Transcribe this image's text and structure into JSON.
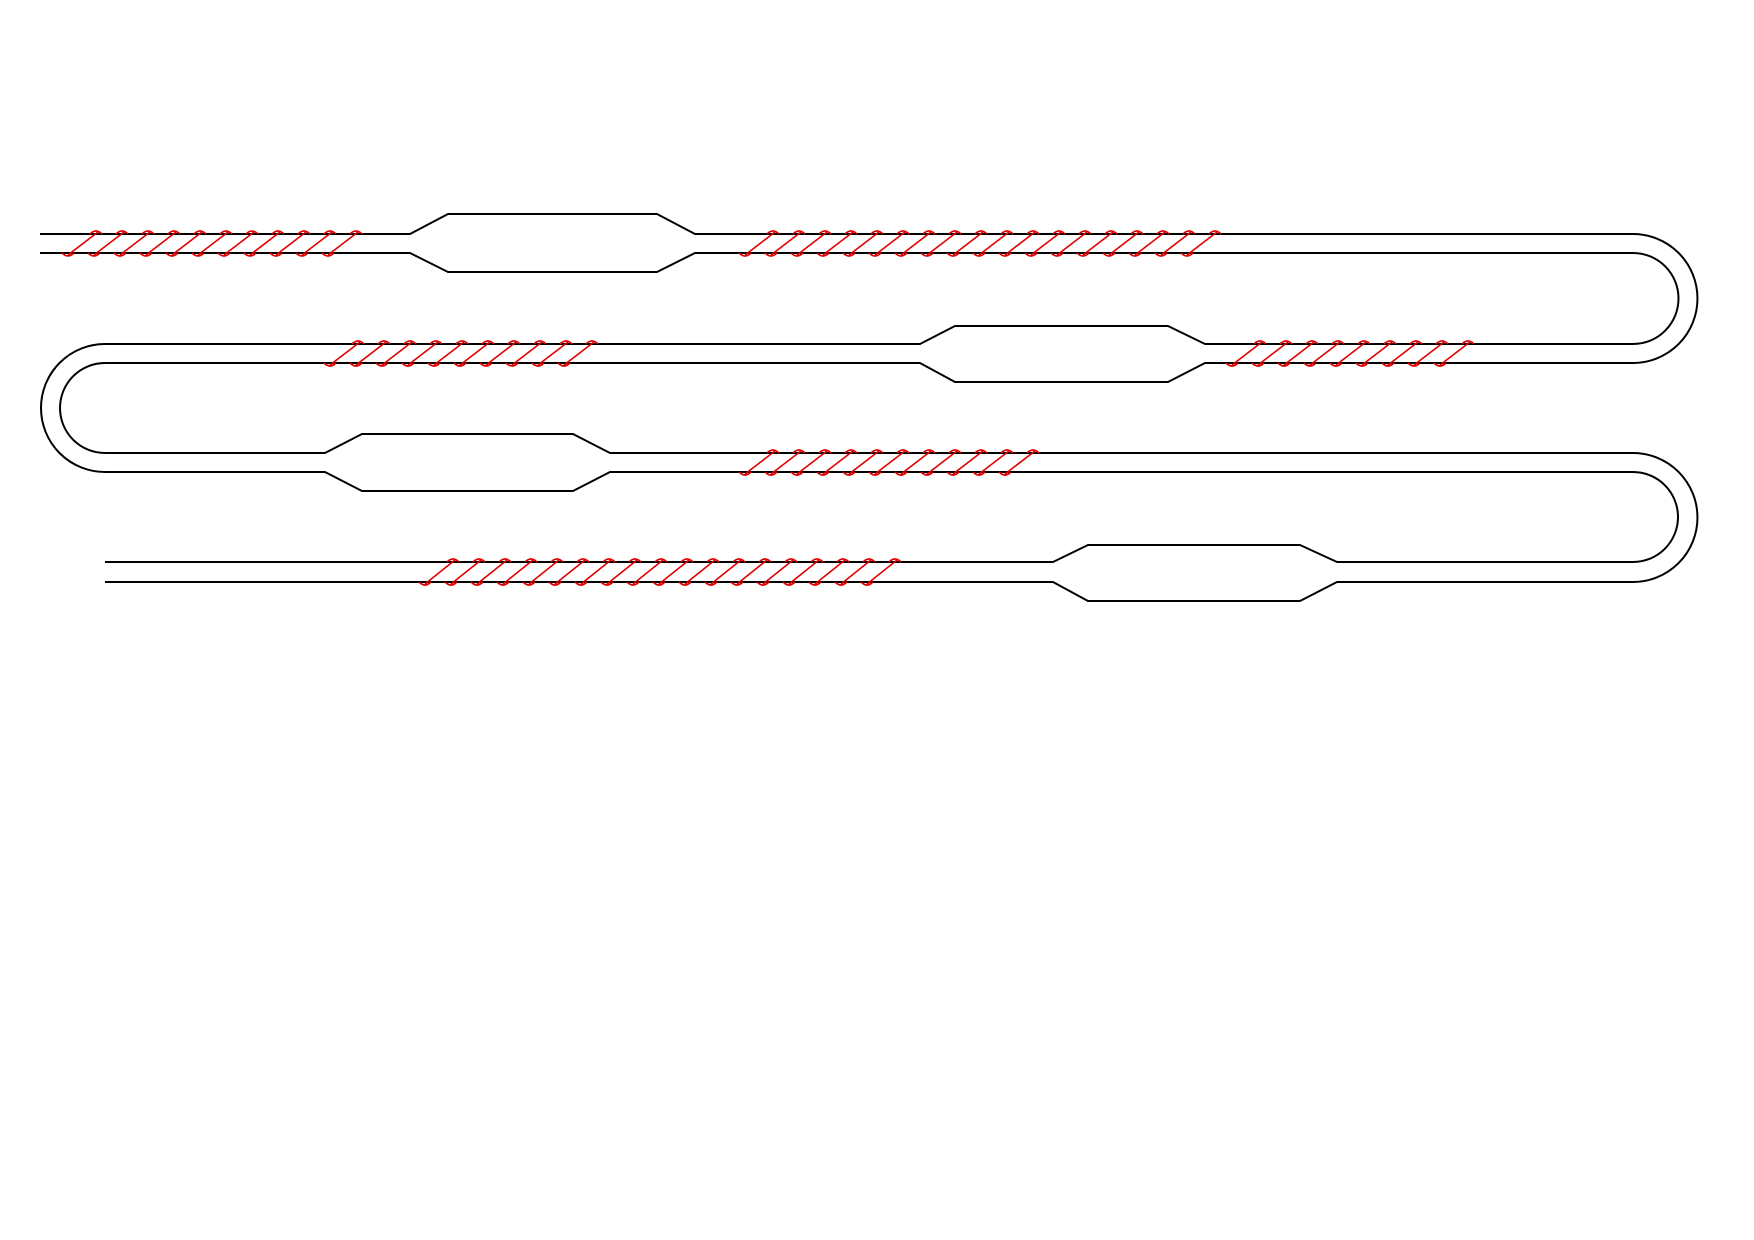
{
  "diagram": {
    "type": "serpentine-channel",
    "colors": {
      "background": "#ffffff",
      "channel_outline": "#000000",
      "hatch": "#e00000"
    },
    "channel": {
      "straight_runs": 4,
      "u_turns": 3,
      "turn_sides": [
        "right",
        "left",
        "right"
      ]
    },
    "chambers": [
      {
        "name": "chamber-1",
        "run": 1
      },
      {
        "name": "chamber-2",
        "run": 2
      },
      {
        "name": "chamber-3",
        "run": 3
      },
      {
        "name": "chamber-4",
        "run": 4
      }
    ],
    "hatched_segments": [
      {
        "name": "hatch-run1-a",
        "run": 1
      },
      {
        "name": "hatch-run1-b",
        "run": 1
      },
      {
        "name": "hatch-run2-a",
        "run": 2
      },
      {
        "name": "hatch-run2-b",
        "run": 2
      },
      {
        "name": "hatch-run3",
        "run": 3
      },
      {
        "name": "hatch-run4",
        "run": 4
      }
    ]
  }
}
